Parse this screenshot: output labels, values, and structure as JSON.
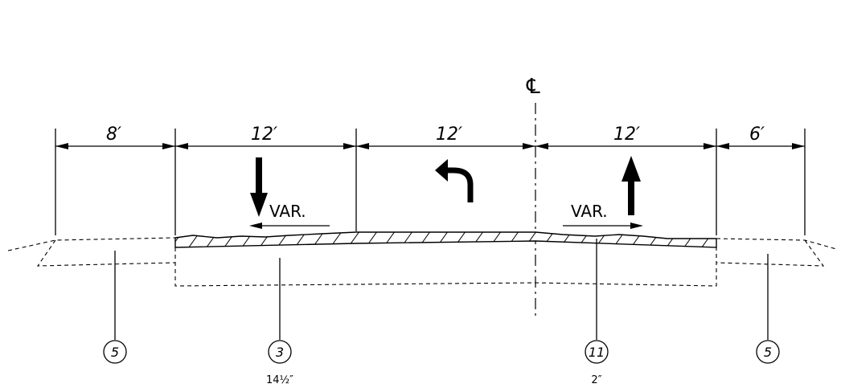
{
  "centerline_symbol": "℄",
  "dimensions": [
    {
      "label": "8′"
    },
    {
      "label": "12′"
    },
    {
      "label": "12′"
    },
    {
      "label": "12′"
    },
    {
      "label": "6′"
    }
  ],
  "lane_arrows": [
    {
      "direction": "down",
      "icon": "straight-arrow-down"
    },
    {
      "direction": "left-turn",
      "icon": "left-turn-arrow"
    },
    {
      "direction": "up",
      "icon": "straight-arrow-up"
    }
  ],
  "slope_labels": [
    {
      "label": "VAR."
    },
    {
      "label": "VAR."
    }
  ],
  "callouts": [
    {
      "number": "5",
      "thickness": ""
    },
    {
      "number": "3",
      "thickness": "14½″"
    },
    {
      "number": "11",
      "thickness": "2″"
    },
    {
      "number": "5",
      "thickness": ""
    }
  ]
}
